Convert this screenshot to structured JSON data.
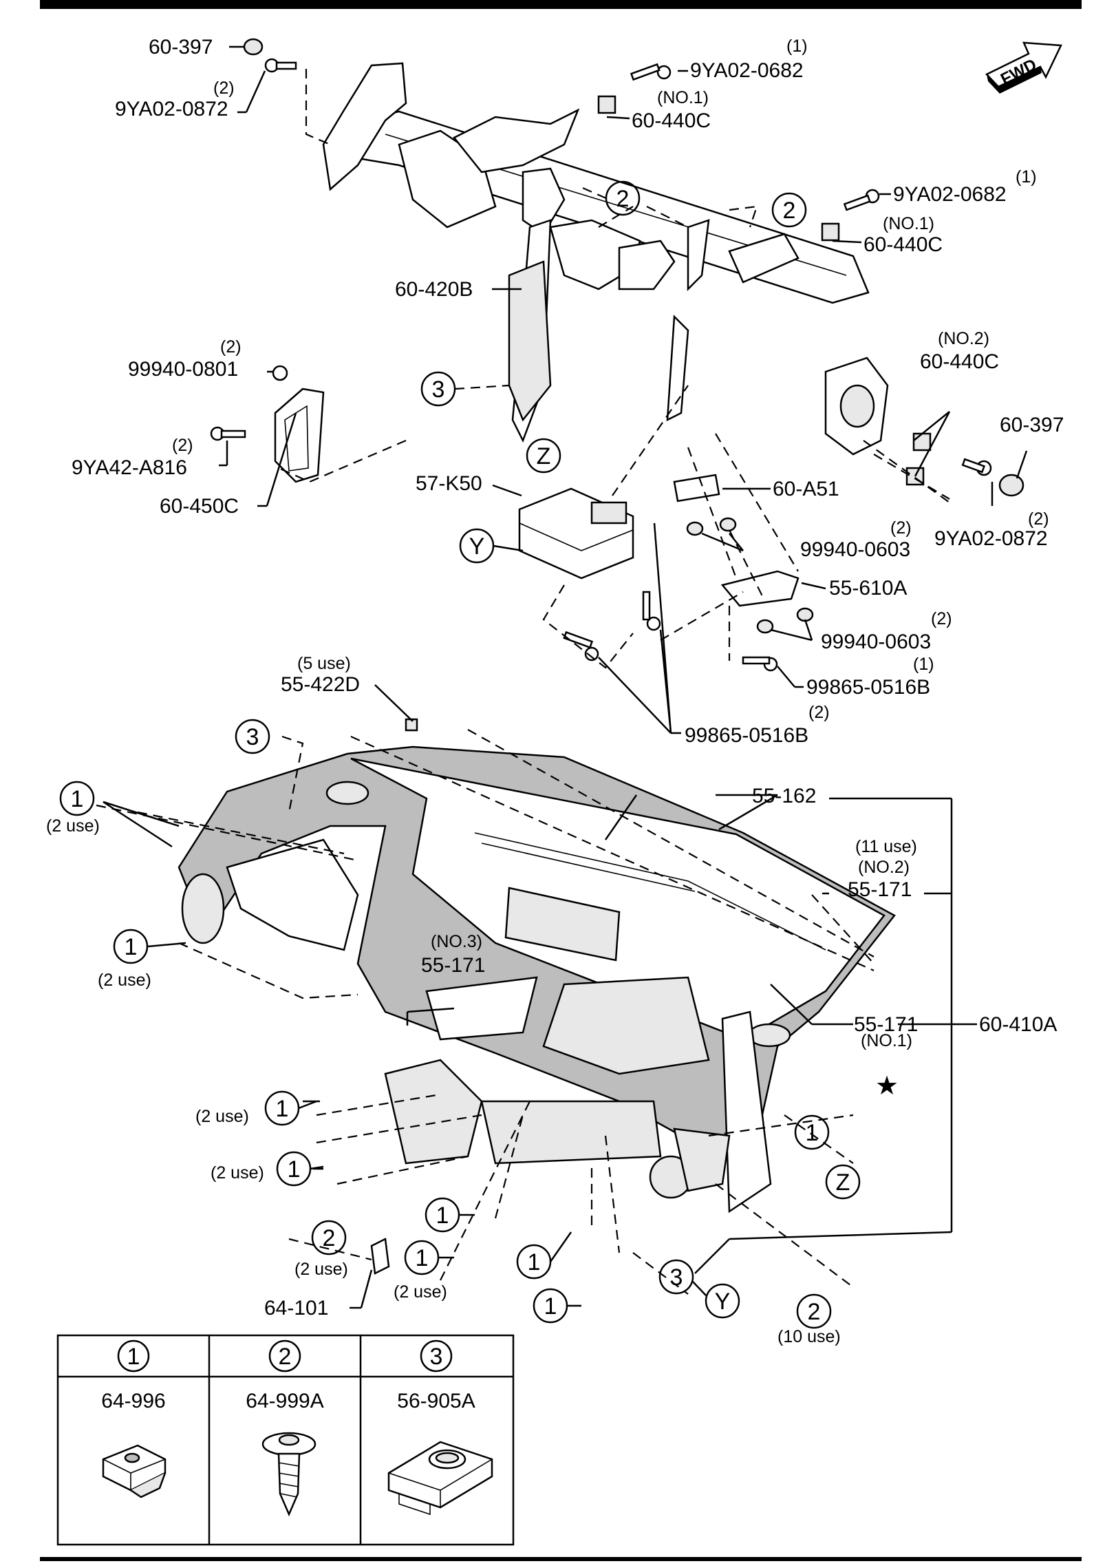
{
  "diagram": {
    "fwd_label": "FWD",
    "labels": {
      "p60_397_top": "60-397",
      "q2_a": "(2)",
      "p9YA02_0872_top": "9YA02-0872",
      "q1_a": "(1)",
      "p9YA02_0682_a": "9YA02-0682",
      "no1_a": "(NO.1)",
      "p60_440C_a": "60-440C",
      "q1_b": "(1)",
      "p9YA02_0682_b": "9YA02-0682",
      "no1_b": "(NO.1)",
      "p60_440C_b": "60-440C",
      "p60_420B": "60-420B",
      "q2_b": "(2)",
      "p99940_0801": "99940-0801",
      "q2_c": "(2)",
      "p9YA42_A816": "9YA42-A816",
      "p60_450C": "60-450C",
      "no2_a": "(NO.2)",
      "p60_440C_c": "60-440C",
      "p60_397_right": "60-397",
      "p57_K50": "57-K50",
      "p60_A51": "60-A51",
      "q2_d": "(2)",
      "p99940_0603_a": "99940-0603",
      "q2_e": "(2)",
      "p9YA02_0872_right": "9YA02-0872",
      "p55_610A": "55-610A",
      "q2_f": "(2)",
      "p99940_0603_b": "99940-0603",
      "q1_c": "(1)",
      "p99865_0516B_a": "99865-0516B",
      "use5": "(5 use)",
      "p55_422D": "55-422D",
      "q2_g": "(2)",
      "p99865_0516B_b": "99865-0516B",
      "p55_162": "55-162",
      "use11": "(11 use)",
      "no2_b": "(NO.2)",
      "p55_171_a": "55-171",
      "no3": "(NO.3)",
      "p55_171_b": "55-171",
      "p55_171_c": "55-171",
      "p60_410A": "60-410A",
      "no1_c": "(NO.1)",
      "star": "★",
      "use2_a": "(2 use)",
      "use2_b": "(2 use)",
      "use2_c": "(2 use)",
      "use2_d": "(2 use)",
      "use2_e": "(2 use)",
      "use2_f": "(2 use)",
      "p64_101": "64-101",
      "use10": "(10 use)"
    },
    "circles": {
      "c1": "1",
      "c2": "2",
      "c3": "3",
      "cz": "Z",
      "cy": "Y"
    },
    "legend": {
      "columns": [
        {
          "ref": "1",
          "part": "64-996"
        },
        {
          "ref": "2",
          "part": "64-999A"
        },
        {
          "ref": "3",
          "part": "56-905A"
        }
      ]
    }
  }
}
